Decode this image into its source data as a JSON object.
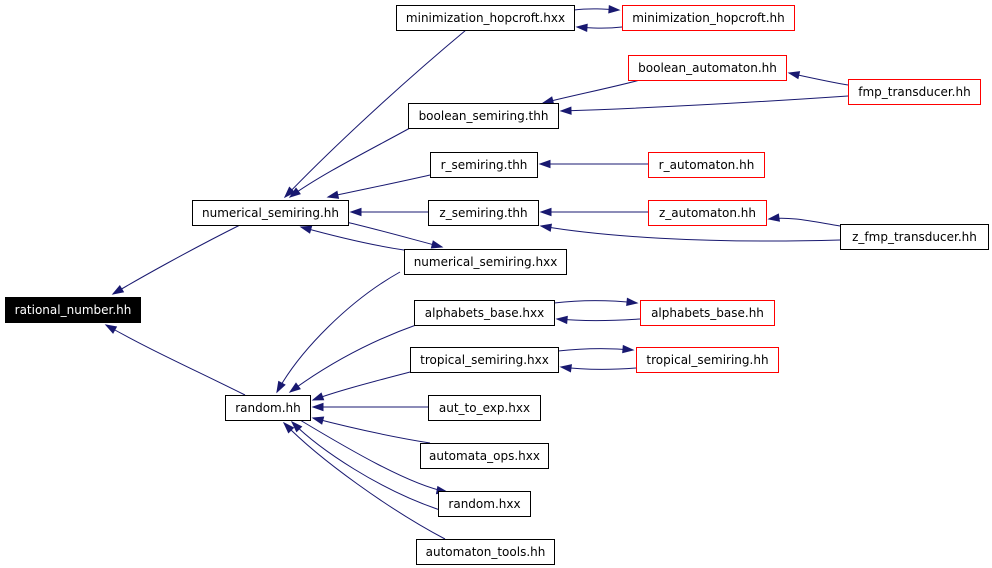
{
  "graph": {
    "colors": {
      "edge": "#191970",
      "node_border": "#000000",
      "node_border_external": "#ff0000",
      "root_fill": "#000000",
      "root_text": "#ffffff",
      "node_fill": "#ffffff",
      "node_text": "#000000"
    },
    "nodes": [
      {
        "id": "rational_number_hh",
        "label": "rational_number.hh",
        "kind": "root"
      },
      {
        "id": "numerical_semiring_hh",
        "label": "numerical_semiring.hh",
        "kind": "normal"
      },
      {
        "id": "random_hh",
        "label": "random.hh",
        "kind": "normal"
      },
      {
        "id": "minimization_hopcroft_hxx",
        "label": "minimization_hopcroft.hxx",
        "kind": "normal"
      },
      {
        "id": "minimization_hopcroft_hh",
        "label": "minimization_hopcroft.hh",
        "kind": "external"
      },
      {
        "id": "boolean_automaton_hh",
        "label": "boolean_automaton.hh",
        "kind": "external"
      },
      {
        "id": "fmp_transducer_hh",
        "label": "fmp_transducer.hh",
        "kind": "external"
      },
      {
        "id": "boolean_semiring_thh",
        "label": "boolean_semiring.thh",
        "kind": "normal"
      },
      {
        "id": "r_semiring_thh",
        "label": "r_semiring.thh",
        "kind": "normal"
      },
      {
        "id": "r_automaton_hh",
        "label": "r_automaton.hh",
        "kind": "external"
      },
      {
        "id": "z_semiring_thh",
        "label": "z_semiring.thh",
        "kind": "normal"
      },
      {
        "id": "z_automaton_hh",
        "label": "z_automaton.hh",
        "kind": "external"
      },
      {
        "id": "z_fmp_transducer_hh",
        "label": "z_fmp_transducer.hh",
        "kind": "normal"
      },
      {
        "id": "numerical_semiring_hxx",
        "label": "numerical_semiring.hxx",
        "kind": "normal"
      },
      {
        "id": "alphabets_base_hxx",
        "label": "alphabets_base.hxx",
        "kind": "normal"
      },
      {
        "id": "alphabets_base_hh",
        "label": "alphabets_base.hh",
        "kind": "external"
      },
      {
        "id": "tropical_semiring_hxx",
        "label": "tropical_semiring.hxx",
        "kind": "normal"
      },
      {
        "id": "tropical_semiring_hh",
        "label": "tropical_semiring.hh",
        "kind": "external"
      },
      {
        "id": "aut_to_exp_hxx",
        "label": "aut_to_exp.hxx",
        "kind": "normal"
      },
      {
        "id": "automata_ops_hxx",
        "label": "automata_ops.hxx",
        "kind": "normal"
      },
      {
        "id": "random_hxx",
        "label": "random.hxx",
        "kind": "normal"
      },
      {
        "id": "automaton_tools_hh",
        "label": "automaton_tools.hh",
        "kind": "normal"
      }
    ],
    "edges": [
      {
        "from": "numerical_semiring_hh",
        "to": "rational_number_hh"
      },
      {
        "from": "random_hh",
        "to": "rational_number_hh"
      },
      {
        "from": "minimization_hopcroft_hxx",
        "to": "numerical_semiring_hh"
      },
      {
        "from": "minimization_hopcroft_hxx",
        "to": "minimization_hopcroft_hh"
      },
      {
        "from": "minimization_hopcroft_hh",
        "to": "minimization_hopcroft_hxx"
      },
      {
        "from": "boolean_semiring_thh",
        "to": "numerical_semiring_hh"
      },
      {
        "from": "boolean_automaton_hh",
        "to": "boolean_semiring_thh"
      },
      {
        "from": "fmp_transducer_hh",
        "to": "boolean_automaton_hh"
      },
      {
        "from": "fmp_transducer_hh",
        "to": "boolean_semiring_thh"
      },
      {
        "from": "r_semiring_thh",
        "to": "numerical_semiring_hh"
      },
      {
        "from": "r_automaton_hh",
        "to": "r_semiring_thh"
      },
      {
        "from": "z_semiring_thh",
        "to": "numerical_semiring_hh"
      },
      {
        "from": "z_automaton_hh",
        "to": "z_semiring_thh"
      },
      {
        "from": "z_fmp_transducer_hh",
        "to": "z_automaton_hh"
      },
      {
        "from": "z_fmp_transducer_hh",
        "to": "z_semiring_thh"
      },
      {
        "from": "numerical_semiring_hh",
        "to": "numerical_semiring_hxx"
      },
      {
        "from": "numerical_semiring_hxx",
        "to": "numerical_semiring_hh"
      },
      {
        "from": "numerical_semiring_hxx",
        "to": "random_hh"
      },
      {
        "from": "alphabets_base_hxx",
        "to": "alphabets_base_hh"
      },
      {
        "from": "alphabets_base_hh",
        "to": "alphabets_base_hxx"
      },
      {
        "from": "alphabets_base_hxx",
        "to": "random_hh"
      },
      {
        "from": "tropical_semiring_hxx",
        "to": "tropical_semiring_hh"
      },
      {
        "from": "tropical_semiring_hh",
        "to": "tropical_semiring_hxx"
      },
      {
        "from": "tropical_semiring_hxx",
        "to": "random_hh"
      },
      {
        "from": "aut_to_exp_hxx",
        "to": "random_hh"
      },
      {
        "from": "automata_ops_hxx",
        "to": "random_hh"
      },
      {
        "from": "random_hh",
        "to": "random_hxx"
      },
      {
        "from": "random_hxx",
        "to": "random_hh"
      },
      {
        "from": "automaton_tools_hh",
        "to": "random_hh"
      }
    ]
  }
}
